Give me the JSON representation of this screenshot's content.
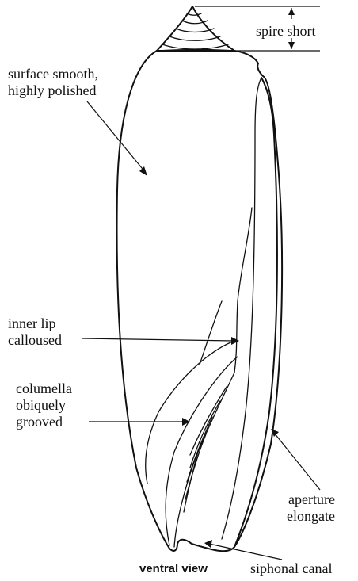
{
  "labels": {
    "spire": "spire short",
    "surface_line1": "surface smooth,",
    "surface_line2": "highly polished",
    "inner_lip_line1": "inner lip",
    "inner_lip_line2": "calloused",
    "columella_line1": "columella",
    "columella_line2": "obiquely",
    "columella_line3": "grooved",
    "aperture_line1": "aperture",
    "aperture_line2": "elongate",
    "siphonal": "siphonal canal",
    "view": "ventral view"
  }
}
